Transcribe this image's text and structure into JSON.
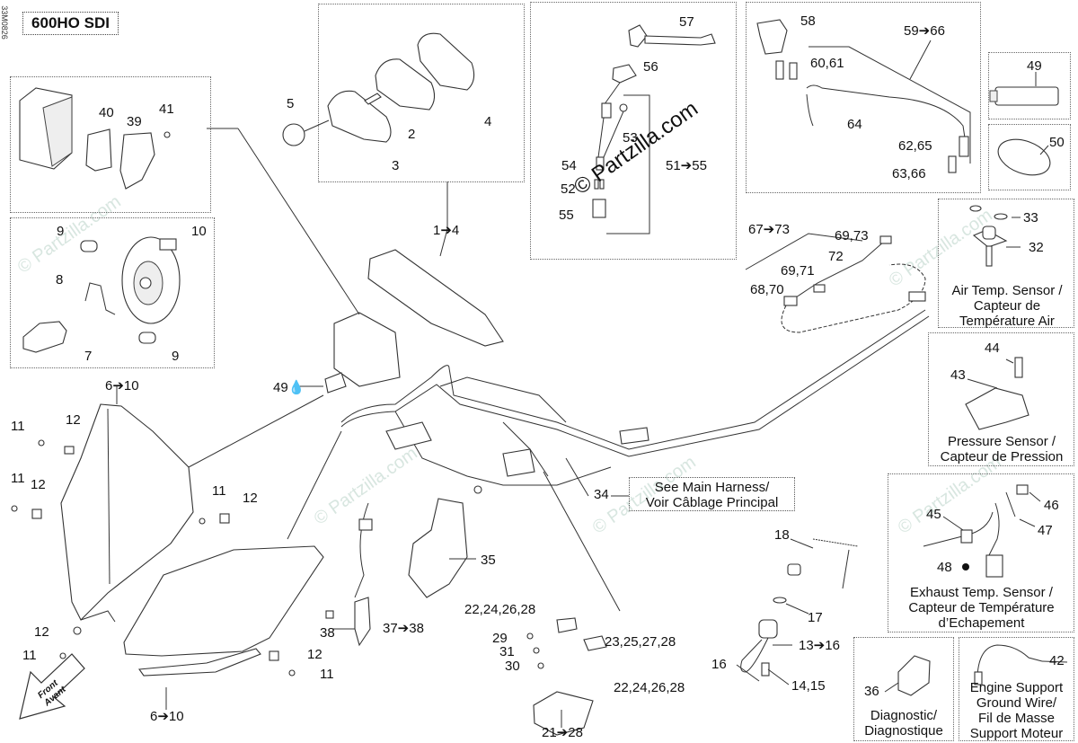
{
  "header": {
    "model": "600HO SDI",
    "doc_id": "33M0826"
  },
  "watermarks": {
    "main": "© Partzilla.com",
    "faint": "© Partzilla.com"
  },
  "callouts": {
    "c1_4": "1➔4",
    "c2": "2",
    "c3": "3",
    "c4": "4",
    "c5": "5",
    "c6_10_top": "6➔10",
    "c6_10_bottom": "6➔10",
    "c7": "7",
    "c8": "8",
    "c9_a": "9",
    "c9_b": "9",
    "c10": "10",
    "c11_a": "11",
    "c11_b": "11",
    "c11_c": "11",
    "c11_d": "11",
    "c11_e": "11",
    "c12_a": "12",
    "c12_b": "12",
    "c12_c": "12",
    "c12_d": "12",
    "c12_e": "12",
    "c13_16": "13➔16",
    "c14_15": "14,15",
    "c16": "16",
    "c17": "17",
    "c18": "18",
    "c21_28": "21➔28",
    "c22_24_26_28_a": "22,24,26,28",
    "c22_24_26_28_b": "22,24,26,28",
    "c23_25_27_28": "23,25,27,28",
    "c29": "29",
    "c30": "30",
    "c31": "31",
    "c32": "32",
    "c33": "33",
    "c34": "34",
    "c35": "35",
    "c36": "36",
    "c37_38": "37➔38",
    "c38": "38",
    "c39": "39",
    "c40": "40",
    "c41": "41",
    "c42": "42",
    "c43": "43",
    "c44": "44",
    "c45": "45",
    "c46": "46",
    "c47": "47",
    "c48": "48",
    "c49_a": "49",
    "c49_b": "49",
    "c50": "50",
    "c51_55": "51➔55",
    "c52": "52",
    "c53": "53",
    "c54": "54",
    "c55": "55",
    "c56": "56",
    "c57": "57",
    "c58": "58",
    "c59_66": "59➔66",
    "c60_61": "60,61",
    "c62_65": "62,65",
    "c63_66": "63,66",
    "c64": "64",
    "c67_73": "67➔73",
    "c68_70": "68,70",
    "c69_71": "69,71",
    "c69_73": "69,73",
    "c72": "72"
  },
  "captions": {
    "main_harness": [
      "See Main Harness/",
      "Voir Câblage Principal"
    ],
    "air_temp": [
      "Air Temp. Sensor /",
      "Capteur de",
      "Température Air"
    ],
    "pressure": [
      "Pressure Sensor /",
      "Capteur de Pression"
    ],
    "exhaust": [
      "Exhaust Temp. Sensor /",
      "Capteur de Température",
      "d’Echapement"
    ],
    "diagnostic": [
      "Diagnostic/",
      "Diagnostique"
    ],
    "ground_wire": [
      "Engine Support",
      "Ground Wire/",
      "Fil de Masse",
      "Support Moteur"
    ],
    "front_arrow": [
      "Front",
      "Avant"
    ]
  }
}
